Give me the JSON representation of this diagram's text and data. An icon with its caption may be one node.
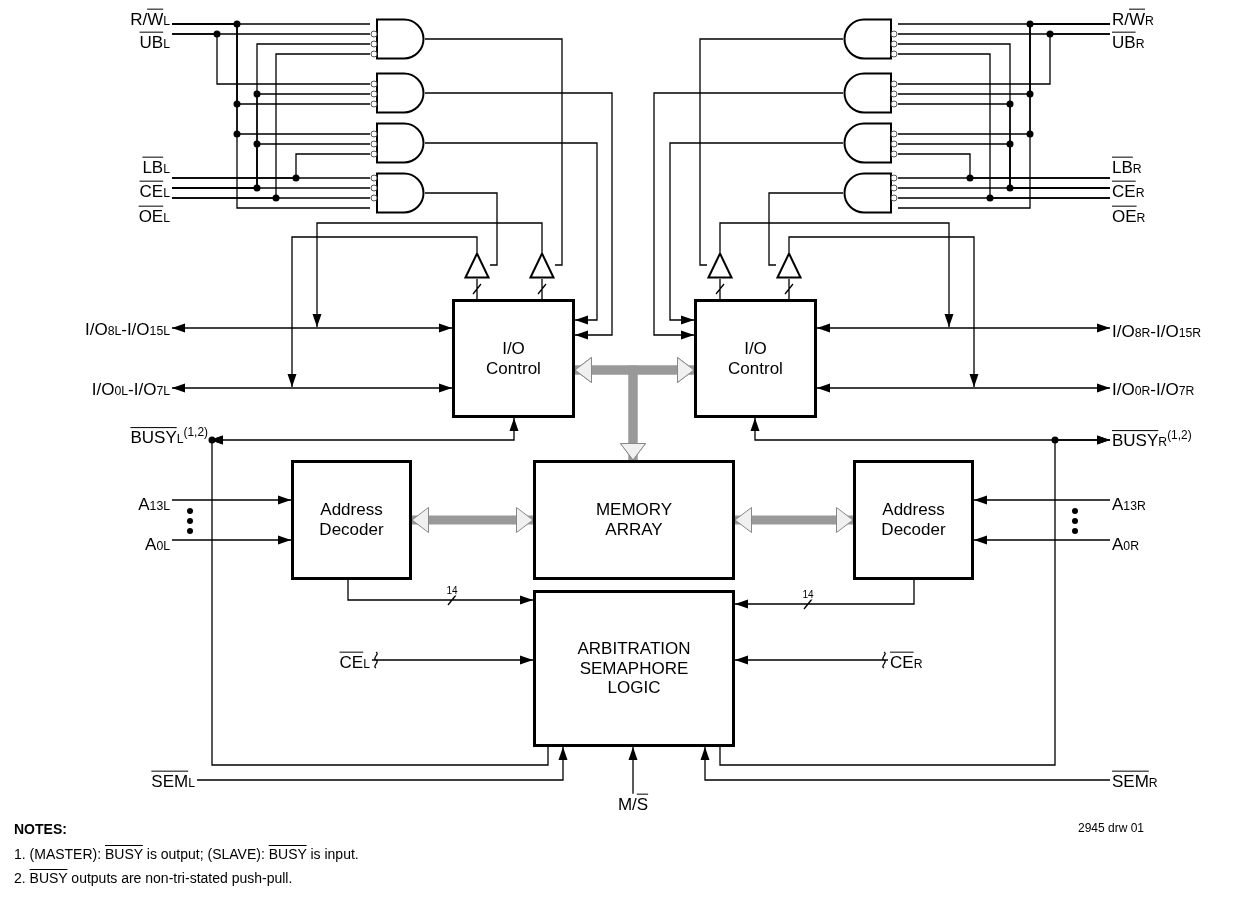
{
  "diagram": {
    "nodes": [
      {
        "text": [
          "R/W$_{L}$"
        ]
      },
      {
        "text": [
          "UB$_{L}$"
        ]
      },
      {
        "text": [
          "LB$_{L}$"
        ]
      },
      {
        "text": [
          "CE$_{L}$"
        ]
      },
      {
        "text": [
          "OE$_{L}$"
        ]
      },
      {
        "text": [],
        "shape": "gate"
      },
      {
        "text": [],
        "shape": "gate"
      },
      {
        "text": [],
        "shape": "gate"
      },
      {
        "text": [],
        "shape": "gate"
      },
      {
        "text": [],
        "shape": "gate"
      },
      {
        "text": [],
        "shape": "gate"
      },
      {
        "text": [],
        "shape": "gate"
      },
      {
        "text": [],
        "shape": "gate"
      },
      {
        "text": [
          "R/W$_{R}$"
        ]
      },
      {
        "text": [
          "UB$_{R}$"
        ]
      },
      {
        "text": [
          "LB$_{R}$"
        ]
      },
      {
        "text": [
          "CE$_{R}$"
        ]
      },
      {
        "text": [
          "OE$_{R}$"
        ]
      },
      {
        "text": [],
        "shape": "triangle"
      },
      {
        "text": [],
        "shape": "triangle"
      },
      {
        "text": [],
        "shape": "triangle"
      },
      {
        "text": [],
        "shape": "triangle"
      },
      {
        "text": [
          "I/O$_{8L}$-I/O$_{15L}$"
        ]
      },
      {
        "text": [
          "I/O Control"
        ]
      },
      {
        "text": [
          "I/O Control"
        ]
      },
      {
        "text": [
          "I/O$_{8R}$-I/O$_{15R}$"
        ]
      },
      {
        "text": [
          "I/O$_{0L}$-I/O$_{7L}$"
        ]
      },
      {
        "text": [
          "I/O$_{0R}$-I/O$_{7R}$"
        ]
      },
      {
        "text": [
          "BUSY$_{L}$$^{(1,2)}$"
        ]
      },
      {
        "text": [
          "BUSY$_{R}$$^{(1,2)}$"
        ]
      },
      {
        "text": [
          "A$_{13L}$"
        ]
      },
      {
        "text": [
          "Address Decoder"
        ]
      },
      {
        "text": [
          "MEMORY ARRAY"
        ]
      },
      {
        "text": [
          "Address Decoder"
        ]
      },
      {
        "text": [
          "A$_{13R}$"
        ]
      },
      {
        "text": [
          "A$_{0L}$"
        ]
      },
      {
        "text": [
          "A$_{0R}$"
        ]
      },
      {
        "text": [
          "ARBITRATION SEMAPHORE LOGIC"
        ]
      },
      {
        "text": [
          "CE$_{L}$"
        ]
      },
      {
        "text": [
          "CE$_{R}$"
        ]
      },
      {
        "text": [
          "SEM$_{L}$"
        ]
      },
      {
        "text": [
          "SEM$_{R}$"
        ]
      },
      {
        "text": [
          "M/S"
        ]
      }
    ],
    "edges": [
      {
        "from": 0,
        "to": 5,
        "arrow": "none"
      },
      {
        "from": 1,
        "to": 5,
        "arrow": "none"
      },
      {
        "from": 3,
        "to": 5,
        "arrow": "none"
      },
      {
        "from": 4,
        "to": 5,
        "arrow": "none"
      },
      {
        "from": 1,
        "to": 6,
        "arrow": "none"
      },
      {
        "from": 3,
        "to": 6,
        "arrow": "none"
      },
      {
        "from": 0,
        "to": 6,
        "arrow": "none"
      },
      {
        "from": 0,
        "to": 7,
        "arrow": "none"
      },
      {
        "from": 3,
        "to": 7,
        "arrow": "none"
      },
      {
        "from": 2,
        "to": 7,
        "arrow": "none"
      },
      {
        "from": 2,
        "to": 8,
        "arrow": "none"
      },
      {
        "from": 3,
        "to": 8,
        "arrow": "none"
      },
      {
        "from": 4,
        "to": 8,
        "arrow": "none"
      },
      {
        "from": 0,
        "to": 8,
        "arrow": "none"
      },
      {
        "from": 13,
        "to": 9,
        "arrow": "none"
      },
      {
        "from": 14,
        "to": 9,
        "arrow": "none"
      },
      {
        "from": 16,
        "to": 9,
        "arrow": "none"
      },
      {
        "from": 17,
        "to": 9,
        "arrow": "none"
      },
      {
        "from": 14,
        "to": 10,
        "arrow": "none"
      },
      {
        "from": 13,
        "to": 10,
        "arrow": "none"
      },
      {
        "from": 16,
        "to": 10,
        "arrow": "none"
      },
      {
        "from": 13,
        "to": 11,
        "arrow": "none"
      },
      {
        "from": 16,
        "to": 11,
        "arrow": "none"
      },
      {
        "from": 15,
        "to": 11,
        "arrow": "none"
      },
      {
        "from": 15,
        "to": 12,
        "arrow": "none"
      },
      {
        "from": 16,
        "to": 12,
        "arrow": "none"
      },
      {
        "from": 17,
        "to": 12,
        "arrow": "none"
      },
      {
        "from": 13,
        "to": 12,
        "arrow": "none"
      },
      {
        "from": 5,
        "to": 19,
        "arrow": "none"
      },
      {
        "from": 6,
        "to": 23,
        "arrow": "to"
      },
      {
        "from": 7,
        "to": 23,
        "arrow": "to"
      },
      {
        "from": 8,
        "to": 18,
        "arrow": "none"
      },
      {
        "from": 9,
        "to": 20,
        "arrow": "none"
      },
      {
        "from": 10,
        "to": 24,
        "arrow": "to"
      },
      {
        "from": 11,
        "to": 24,
        "arrow": "to"
      },
      {
        "from": 12,
        "to": 21,
        "arrow": "none"
      },
      {
        "from": 23,
        "to": 18,
        "arrow": "none"
      },
      {
        "from": 23,
        "to": 19,
        "arrow": "none"
      },
      {
        "from": 24,
        "to": 20,
        "arrow": "none"
      },
      {
        "from": 24,
        "to": 21,
        "arrow": "none"
      },
      {
        "from": 18,
        "to": null,
        "arrow": "to"
      },
      {
        "from": 19,
        "to": null,
        "arrow": "to"
      },
      {
        "from": 20,
        "to": null,
        "arrow": "to"
      },
      {
        "from": 21,
        "to": null,
        "arrow": "to"
      },
      {
        "from": 22,
        "to": 23,
        "arrow": "both"
      },
      {
        "from": 24,
        "to": 25,
        "arrow": "both"
      },
      {
        "from": 26,
        "to": 23,
        "arrow": "both"
      },
      {
        "from": 24,
        "to": 27,
        "arrow": "both"
      },
      {
        "from": 23,
        "to": 28,
        "arrow": "both"
      },
      {
        "from": 24,
        "to": 29,
        "arrow": "both"
      },
      {
        "from": 23,
        "to": 24,
        "arrow": "both",
        "style": "thick",
        "color": "#999999"
      },
      {
        "from": 23,
        "to": 32,
        "arrow": "both",
        "style": "thick",
        "color": "#999999"
      },
      {
        "from": 24,
        "to": 32,
        "arrow": "both",
        "style": "thick",
        "color": "#999999"
      },
      {
        "from": 31,
        "to": 32,
        "arrow": "both",
        "style": "thick",
        "color": "#999999"
      },
      {
        "from": 32,
        "to": 33,
        "arrow": "both",
        "style": "thick",
        "color": "#999999"
      },
      {
        "from": 30,
        "to": 31,
        "arrow": "to"
      },
      {
        "from": 35,
        "to": 31,
        "arrow": "to"
      },
      {
        "from": 34,
        "to": 33,
        "arrow": "to"
      },
      {
        "from": 36,
        "to": 33,
        "arrow": "to"
      },
      {
        "from": 31,
        "to": 37,
        "arrow": "to",
        "label": "14"
      },
      {
        "from": 33,
        "to": 37,
        "arrow": "to",
        "label": "14"
      },
      {
        "from": 38,
        "to": 37,
        "arrow": "to"
      },
      {
        "from": 39,
        "to": 37,
        "arrow": "to"
      },
      {
        "from": 40,
        "to": 37,
        "arrow": "to"
      },
      {
        "from": 42,
        "to": 37,
        "arrow": "to"
      },
      {
        "from": 41,
        "to": 37,
        "arrow": "to"
      },
      {
        "from": 37,
        "to": 28,
        "arrow": "to"
      },
      {
        "from": 37,
        "to": 29,
        "arrow": "to"
      }
    ],
    "labels": [
      "NOTES:",
      "1. (MASTER): BUSY is output; (SLAVE): BUSY is input.",
      "2. BUSY outputs are non-tri-stated push-pull.",
      "2945 drw 01"
    ]
  }
}
